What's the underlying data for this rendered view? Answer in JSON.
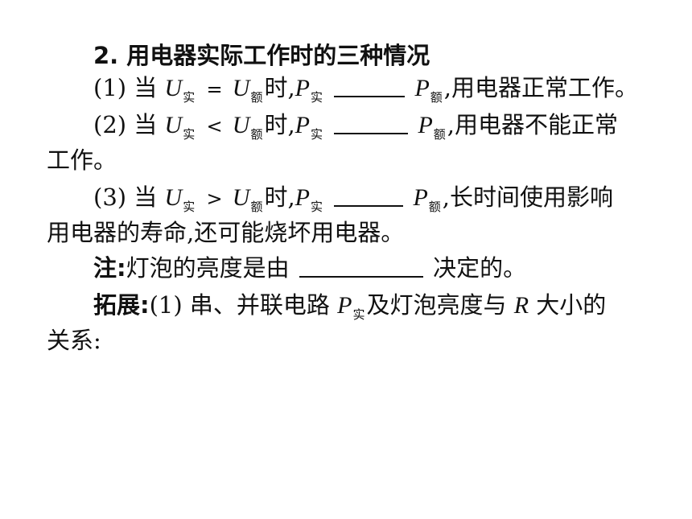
{
  "heading": "2. 用电器实际工作时的三种情况",
  "sub_actual": "实",
  "sub_rated": "额",
  "case1": {
    "num": "(1) 当",
    "op": "=",
    "mid": "时,",
    "tail": ",用电器正常工作。"
  },
  "case2": {
    "num": "(2) 当",
    "op": "<",
    "mid": "时,",
    "tail": ",用电器不能正常",
    "cont": "工作。"
  },
  "case3": {
    "num": "(3) 当",
    "op": ">",
    "mid": "时,",
    "tail": ",长时间使用影响",
    "cont": "用电器的寿命,还可能烧坏用电器。"
  },
  "note": {
    "label": "注:",
    "text_before": "灯泡的亮度是由",
    "text_after": "决定的。"
  },
  "extension": {
    "label": "拓展:",
    "text_before": "(1) 串、并联电路",
    "text_after": "及灯泡亮度与",
    "var_r": "R",
    "text_end": "大小的",
    "cont": "关系:"
  },
  "vars": {
    "u": "U",
    "p": "P"
  }
}
